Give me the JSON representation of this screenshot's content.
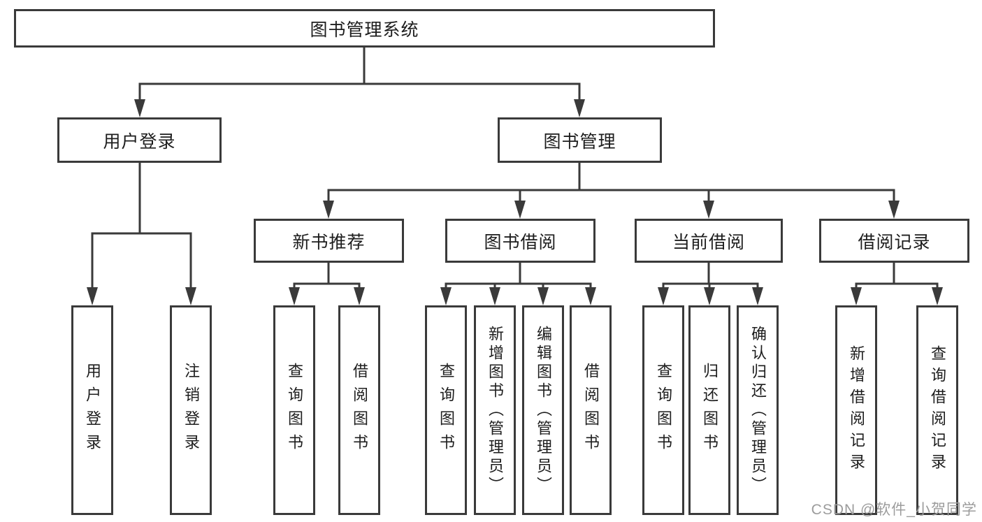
{
  "diagram": {
    "type": "functional-structure-tree",
    "hierarchy": {
      "label": "图书管理系统",
      "children": [
        {
          "label": "用户登录",
          "children": [
            {
              "label": "用户登录"
            },
            {
              "label": "注销登录"
            }
          ]
        },
        {
          "label": "图书管理",
          "children": [
            {
              "label": "新书推荐",
              "children": [
                {
                  "label": "查询图书"
                },
                {
                  "label": "借阅图书"
                }
              ]
            },
            {
              "label": "图书借阅",
              "children": [
                {
                  "label": "查询图书"
                },
                {
                  "label": "新增图书（管理员）"
                },
                {
                  "label": "编辑图书（管理员）"
                },
                {
                  "label": "借阅图书"
                }
              ]
            },
            {
              "label": "当前借阅",
              "children": [
                {
                  "label": "查询图书"
                },
                {
                  "label": "归还图书"
                },
                {
                  "label": "确认归还（管理员）"
                }
              ]
            },
            {
              "label": "借阅记录",
              "children": [
                {
                  "label": "新增借阅记录"
                },
                {
                  "label": "查询借阅记录"
                }
              ]
            }
          ]
        }
      ]
    }
  },
  "watermark": {
    "text": "CSDN @软件_小贺同学"
  },
  "colors": {
    "line": "#3a3a3a",
    "node_border": "#3a3a3a",
    "node_text": "#1d1d1d",
    "background": "#ffffff",
    "watermark": "#9c9c9c"
  }
}
